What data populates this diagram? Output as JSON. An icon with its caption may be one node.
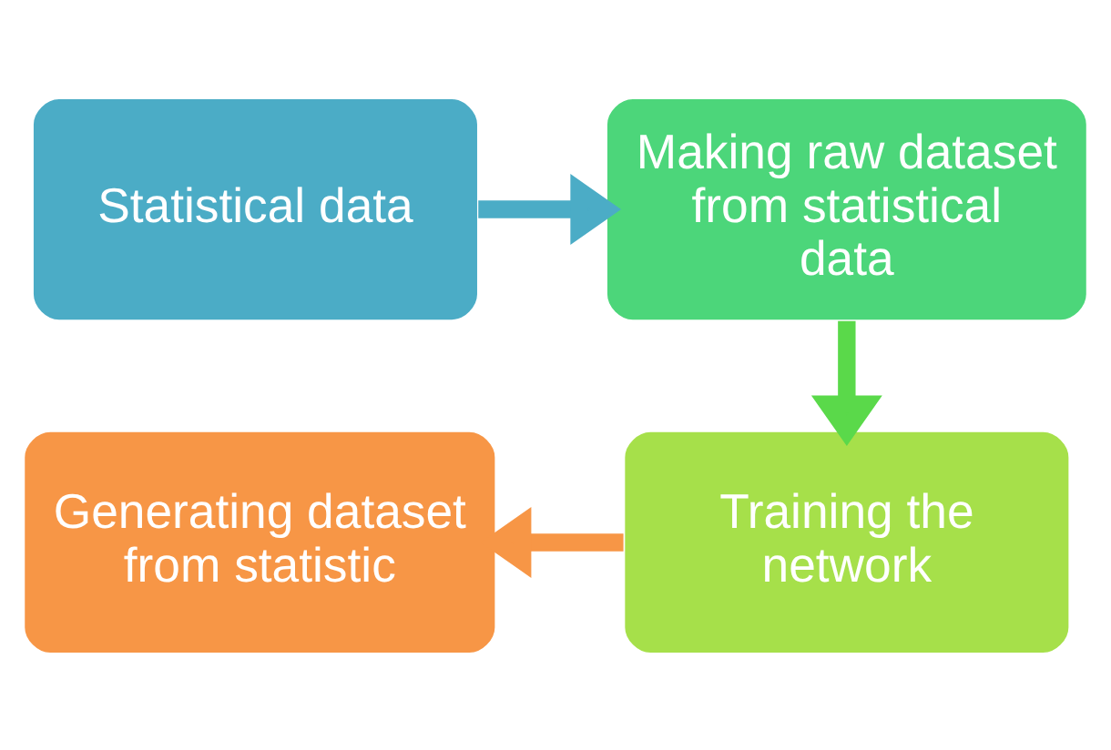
{
  "diagram": {
    "nodes": [
      {
        "text": [
          "Statistical data"
        ]
      },
      {
        "text": [
          "Making raw dataset from statistical data"
        ]
      },
      {
        "text": [
          "Training the network"
        ]
      },
      {
        "text": [
          "Generating dataset from statistic"
        ]
      }
    ],
    "edges": [
      {
        "from": 0,
        "to": 1,
        "arrow": "to",
        "color": "#4bacc6"
      },
      {
        "from": 1,
        "to": 2,
        "arrow": "to",
        "color": "#5ad94a"
      },
      {
        "from": 2,
        "to": 3,
        "arrow": "to",
        "color": "#f79646"
      }
    ]
  }
}
